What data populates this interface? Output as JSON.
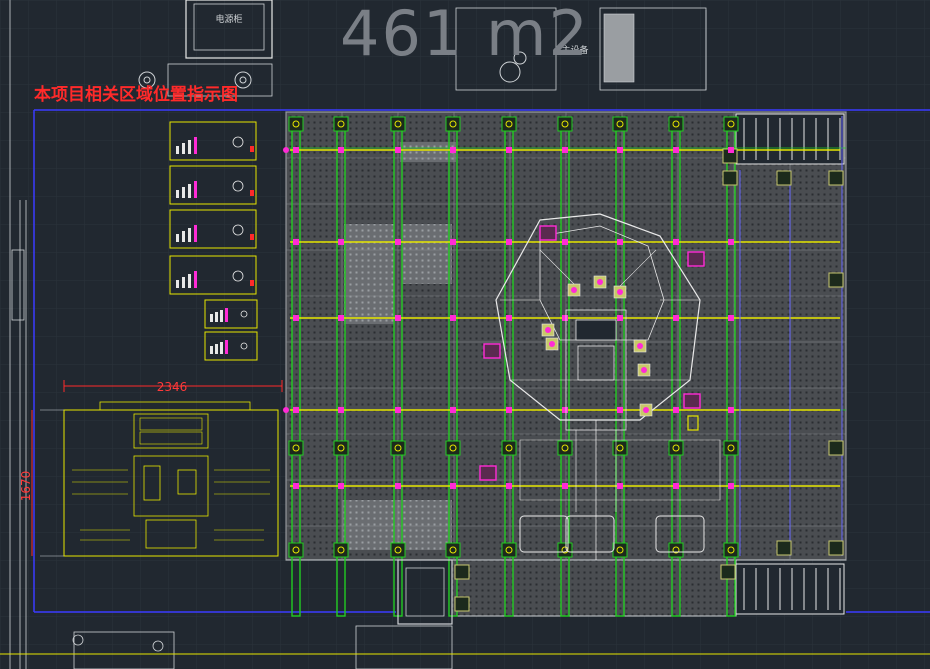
{
  "drawing": {
    "area_text": "461 m2",
    "note_text": "本项目相关区域位置指示图",
    "power_cabinet_label": "电源柜",
    "equipment_label": "主设备",
    "dim_width": "2346",
    "dim_height": "1670"
  },
  "colors": {
    "background": "#212830",
    "grid_line": "#2c333b",
    "panel_fill": "#4a4d51",
    "green": "#22cc22",
    "yellow": "#e6e600",
    "magenta": "#ff2bd6",
    "blue": "#3a3aff",
    "white": "#e8e8e8",
    "red": "#ff2a2a"
  }
}
